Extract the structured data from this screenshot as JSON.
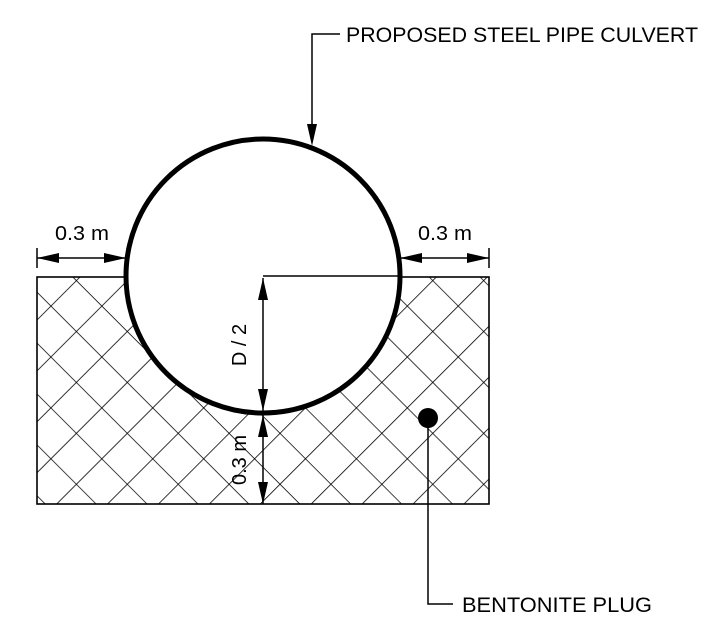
{
  "labels": {
    "pipe_callout": "PROPOSED STEEL PIPE CULVERT",
    "plug_callout": "BENTONITE PLUG",
    "dim_left": "0.3 m",
    "dim_right": "0.3 m",
    "dim_half_diameter": "D / 2",
    "dim_bottom": "0.3 m"
  },
  "colors": {
    "ink": "#000000",
    "background": "#ffffff"
  }
}
